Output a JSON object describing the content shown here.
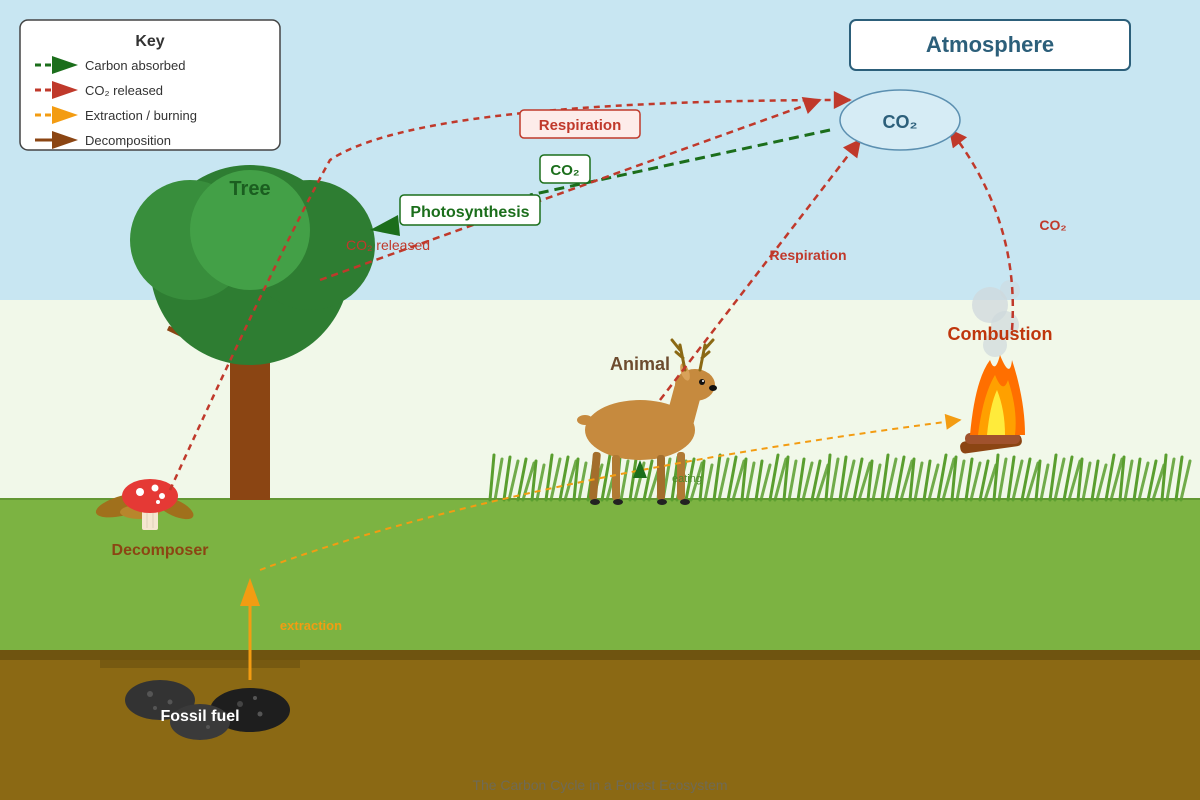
{
  "colors": {
    "sky": "#c8e6f2",
    "haze": "#f1f8e9",
    "ground": "#7cb342",
    "soil": "#8b6914",
    "soil_top": "#6f5410",
    "green_arrow": "#1b6e1b",
    "red_arrow": "#c0392b",
    "orange_arrow": "#f39c12",
    "brown_arrow": "#8b4513",
    "atmosphere_text": "#2c5f7a"
  },
  "legend": {
    "title": "Key",
    "items": [
      {
        "label": "Carbon absorbed",
        "style": "dashed",
        "color": "#1b6e1b"
      },
      {
        "label": "CO₂ released",
        "style": "dashed",
        "color": "#c0392b"
      },
      {
        "label": "Extraction / burning",
        "style": "dashed",
        "color": "#f39c12"
      },
      {
        "label": "Decomposition",
        "style": "solid",
        "color": "#8b4513"
      }
    ]
  },
  "atmosphere": {
    "title": "Atmosphere",
    "co2": "CO₂"
  },
  "nodes": {
    "tree": "Tree",
    "animal": "Animal",
    "decomposer": "Decomposer",
    "fossil": "Fossil fuel",
    "combustion": "Combustion"
  },
  "process_labels": {
    "photosynthesis": "Photosynthesis",
    "co2_box": "CO₂",
    "respiration_box": "Respiration",
    "co2_released": "CO₂ released",
    "respiration_animal": "Respiration",
    "co2_combustion": "CO₂",
    "extraction": "extraction",
    "eating": "eating"
  },
  "caption": "The Carbon Cycle in a Forest Ecosystem"
}
